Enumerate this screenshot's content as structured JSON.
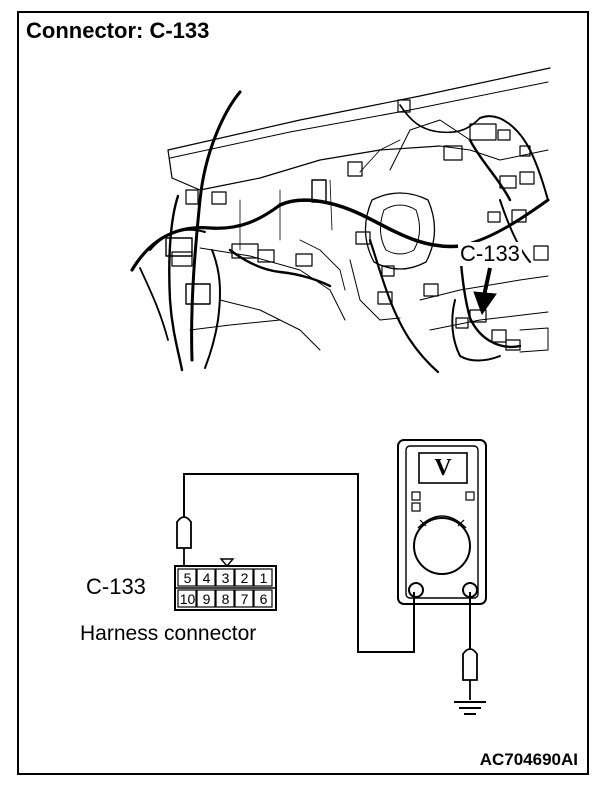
{
  "title": "Connector: C-133",
  "callout_label": "C-133",
  "connector": {
    "id_label": "C-133",
    "caption": "Harness connector",
    "top_row_pins": [
      "5",
      "4",
      "3",
      "2",
      "1"
    ],
    "bottom_row_pins": [
      "10",
      "9",
      "8",
      "7",
      "6"
    ]
  },
  "meter": {
    "display_symbol": "V"
  },
  "figure_code": "AC704690AI"
}
